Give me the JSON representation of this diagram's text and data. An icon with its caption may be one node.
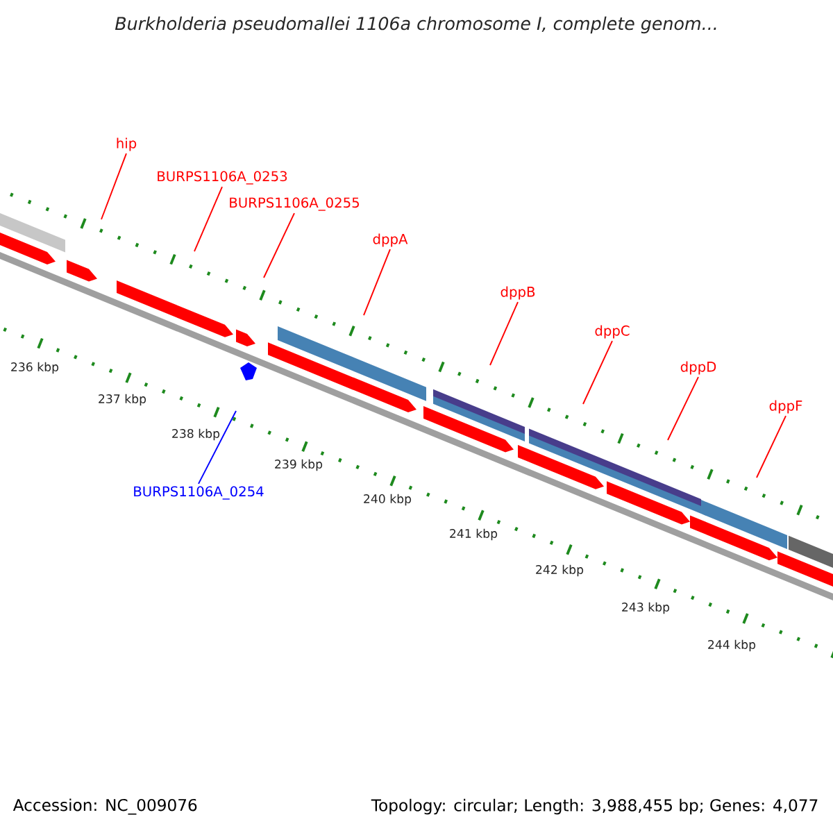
{
  "diagram": {
    "title": "Burkholderia pseudomallei 1106a chromosome I, complete genom...",
    "nodes": [
      {
        "text": [
          "hip"
        ]
      },
      {
        "text": [
          "BURPS1106A_0253"
        ]
      },
      {
        "text": [
          "BURPS1106A_0255"
        ]
      },
      {
        "text": [
          "dppA"
        ]
      },
      {
        "text": [
          "dppB"
        ]
      },
      {
        "text": [
          "dppC"
        ]
      },
      {
        "text": [
          "dppD"
        ]
      },
      {
        "text": [
          "dppF"
        ]
      },
      {
        "text": [
          "BURPS1106A_0254"
        ]
      }
    ],
    "edges": [
      {
        "from": 0,
        "to": null,
        "arrow": "none"
      },
      {
        "from": 1,
        "to": null,
        "arrow": "none"
      },
      {
        "from": 2,
        "to": null,
        "arrow": "none"
      },
      {
        "from": 3,
        "to": null,
        "arrow": "none"
      },
      {
        "from": 4,
        "to": null,
        "arrow": "none"
      },
      {
        "from": 5,
        "to": null,
        "arrow": "none"
      },
      {
        "from": 6,
        "to": null,
        "arrow": "none"
      },
      {
        "from": 7,
        "to": null,
        "arrow": "none"
      },
      {
        "from": 8,
        "to": null,
        "arrow": "none",
        "color": "#0000ff"
      }
    ],
    "labels": [
      "236 kbp",
      "237 kbp",
      "238 kbp",
      "239 kbp",
      "240 kbp",
      "241 kbp",
      "242 kbp",
      "243 kbp",
      "244 kbp",
      "Accession: NC_009076",
      "Topology: circular; Length: 3,988,455 bp; Genes: 4,077"
    ]
  }
}
